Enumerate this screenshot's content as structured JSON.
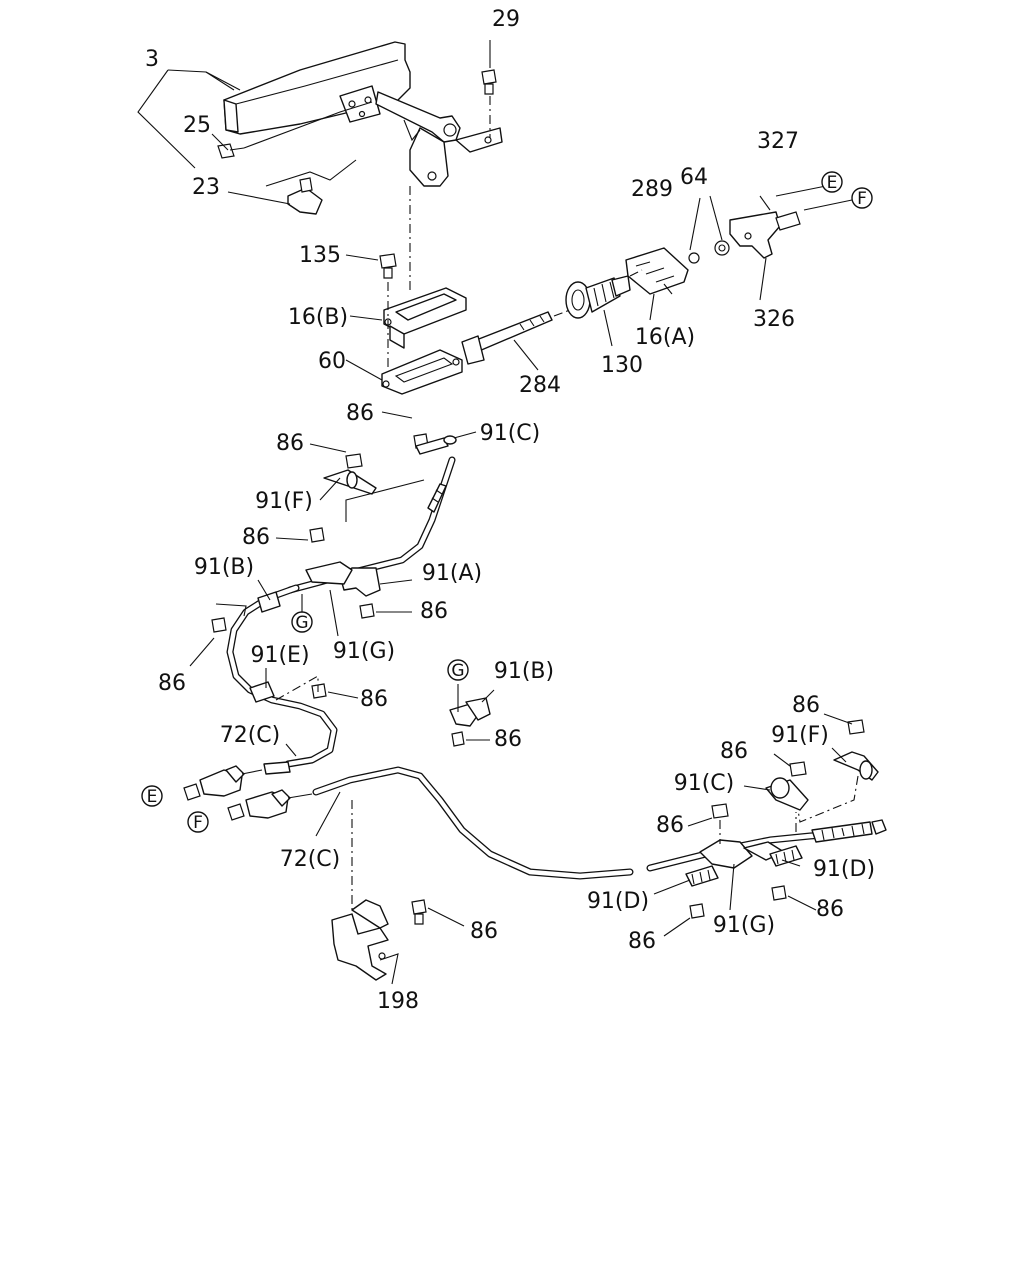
{
  "labels": {
    "l3": "3",
    "l25": "25",
    "l23": "23",
    "l29": "29",
    "l135": "135",
    "l16b": "16(B)",
    "l60": "60",
    "l327": "327",
    "l289": "289",
    "l64": "64",
    "l326": "326",
    "l16a": "16(A)",
    "l130": "130",
    "l284": "284",
    "l86_a": "86",
    "l91c_a": "91(C)",
    "l86_b": "86",
    "l91f_a": "91(F)",
    "l86_c": "86",
    "l91b_a": "91(B)",
    "l91a": "91(A)",
    "l86_d": "86",
    "l91g_a": "91(G)",
    "l86_e": "86",
    "l91e": "91(E)",
    "l86_f": "86",
    "l91b_b": "91(B)",
    "l86_g": "86",
    "l72c_a": "72(C)",
    "l72c_b": "72(C)",
    "l86_h": "86",
    "l198": "198",
    "l86_i": "86",
    "l91f_b": "91(F)",
    "l86_j": "86",
    "l91c_b": "91(C)",
    "l86_k": "86",
    "l91d_a": "91(D)",
    "l91d_b": "91(D)",
    "l86_l": "86",
    "l86_m": "86",
    "l91g_b": "91(G)"
  },
  "markers": {
    "E": "E",
    "F": "F",
    "G": "G"
  }
}
